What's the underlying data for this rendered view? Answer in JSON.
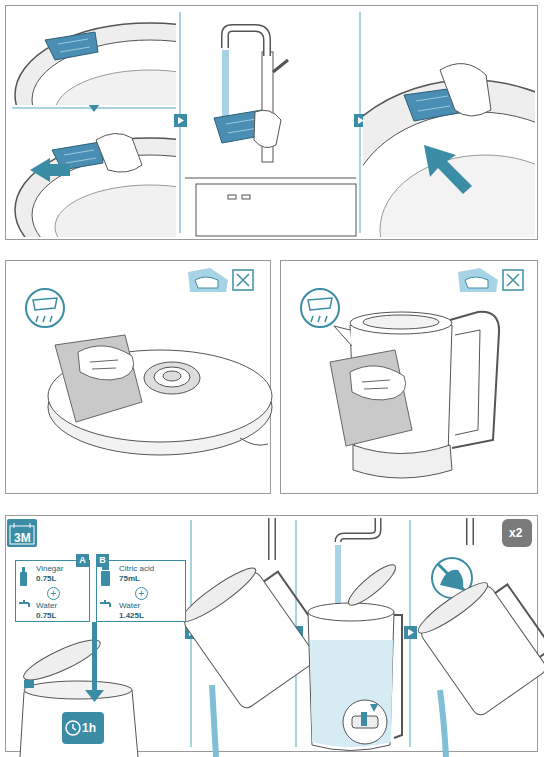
{
  "diagram": {
    "nodes": [
      {
        "text": [
          "A",
          "Vinegar",
          "0.75L",
          "+",
          "Water",
          "0.75L"
        ]
      },
      {
        "text": [
          "B",
          "Citric acid",
          "75mL",
          "+",
          "Water",
          "1.425L"
        ]
      },
      {
        "text": [
          "1h"
        ]
      },
      {
        "text": [
          "3M"
        ]
      },
      {
        "text": [
          "x2"
        ]
      }
    ]
  }
}
